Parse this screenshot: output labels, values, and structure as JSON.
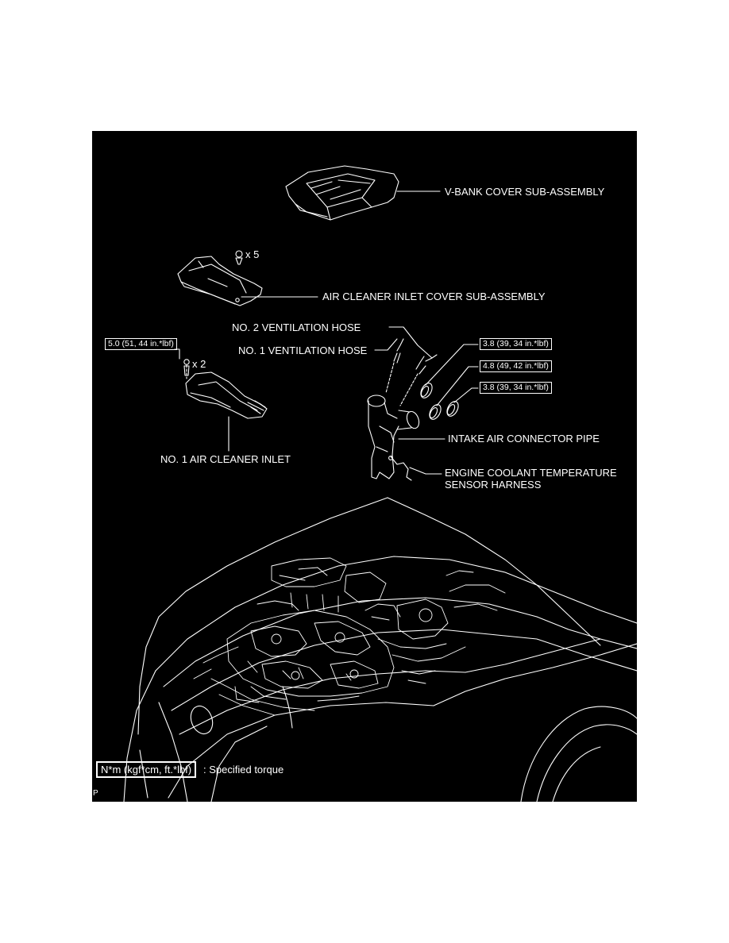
{
  "colors": {
    "background": "#000000",
    "line": "#ffffff",
    "page": "#ffffff"
  },
  "parts": {
    "v_bank_cover": "V-BANK COVER SUB-ASSEMBLY",
    "air_cleaner_inlet_cover": "AIR CLEANER INLET COVER SUB-ASSEMBLY",
    "no2_ventilation_hose": "NO. 2 VENTILATION HOSE",
    "no1_ventilation_hose": "NO. 1 VENTILATION HOSE",
    "no1_air_cleaner_inlet": "NO. 1 AIR CLEANER INLET",
    "intake_air_connector_pipe": "INTAKE AIR CONNECTOR PIPE",
    "ect_sensor_harness_line1": "ENGINE COOLANT TEMPERATURE",
    "ect_sensor_harness_line2": "SENSOR HARNESS"
  },
  "torques": {
    "air_cleaner_inlet_bolt": "5.0 (51, 44 in.*lbf)",
    "clamp_1": "3.8 (39, 34 in.*lbf)",
    "clamp_2": "4.8 (49, 42 in.*lbf)",
    "clamp_3": "3.8 (39, 34 in.*lbf)"
  },
  "quantities": {
    "cover_clips": "x 5",
    "inlet_bolts": "x 2"
  },
  "legend": {
    "unit": "N*m (kgf*cm, ft.*lbf)",
    "description": ": Specified torque"
  },
  "corner_mark": "P"
}
